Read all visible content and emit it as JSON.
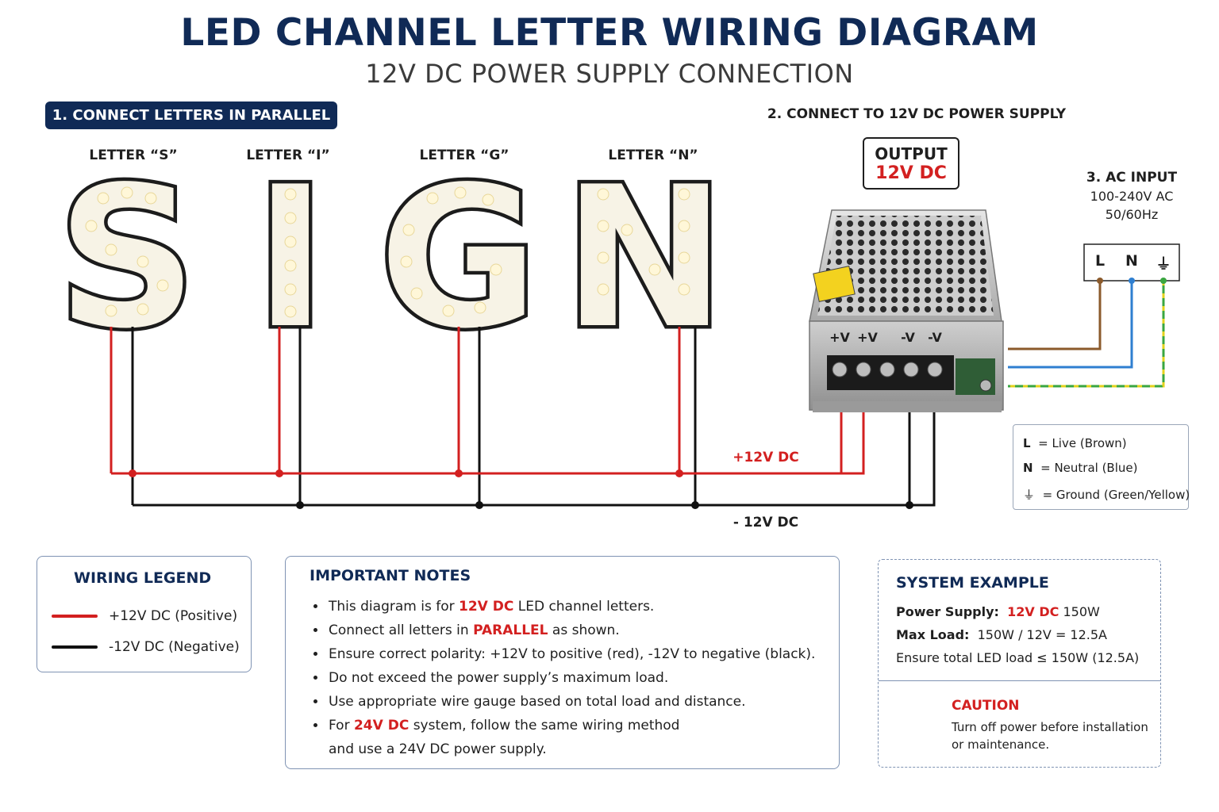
{
  "title": "LED CHANNEL LETTER WIRING DIAGRAM",
  "subtitle": "12V DC POWER SUPPLY CONNECTION",
  "steps": {
    "step1": "1. CONNECT LETTERS IN PARALLEL",
    "step2": "2. CONNECT TO 12V DC POWER SUPPLY",
    "step3": "3. AC INPUT"
  },
  "letters": [
    {
      "label": "LETTER “S”",
      "glyph": "S"
    },
    {
      "label": "LETTER “I”",
      "glyph": "I"
    },
    {
      "label": "LETTER “G”",
      "glyph": "G"
    },
    {
      "label": "LETTER “N”",
      "glyph": "N"
    }
  ],
  "output": {
    "label": "OUTPUT",
    "value": "12V DC"
  },
  "ac_input": {
    "voltage": "100-240V AC",
    "frequency": "50/60Hz",
    "terminals": [
      "L",
      "N",
      "⏚"
    ]
  },
  "power_supply": {
    "terminals": [
      "+V",
      "+V",
      "-V",
      "-V"
    ]
  },
  "bus": {
    "positive_label": "+12V DC",
    "negative_label": "- 12V DC"
  },
  "ac_legend": [
    {
      "key": "L",
      "text": "= Live (Brown)"
    },
    {
      "key": "N",
      "text": "= Neutral (Blue)"
    },
    {
      "key": "⏚",
      "text": "= Ground (Green/Yellow)"
    }
  ],
  "wiring_legend": {
    "title": "WIRING LEGEND",
    "items": [
      {
        "text": "+12V DC (Positive)",
        "color": "#d32020"
      },
      {
        "text": "-12V DC (Negative)",
        "color": "#111111"
      }
    ]
  },
  "notes": {
    "title": "IMPORTANT NOTES",
    "items": [
      {
        "pre": "This diagram is for ",
        "hl": "12V DC",
        "post": " LED channel letters."
      },
      {
        "pre": "Connect all letters in ",
        "hl": "PARALLEL",
        "post": " as shown."
      },
      {
        "pre": "Ensure correct polarity: +12V to positive (red), -12V to negative (black).",
        "hl": "",
        "post": ""
      },
      {
        "pre": "Do not exceed the power supply’s maximum load.",
        "hl": "",
        "post": ""
      },
      {
        "pre": "Use appropriate wire gauge based on total load and distance.",
        "hl": "",
        "post": ""
      },
      {
        "pre": "For ",
        "hl": "24V DC",
        "post": " system, follow the same wiring method"
      }
    ],
    "continuation": "and use a 24V DC power supply."
  },
  "system_example": {
    "title": "SYSTEM EXAMPLE",
    "power_supply_label": "Power Supply:",
    "power_supply_hl": "12V DC",
    "power_supply_value": "150W",
    "max_load_label": "Max Load:",
    "max_load_value": "150W / 12V = 12.5A",
    "ensure": "Ensure total LED load ≤ 150W (12.5A)",
    "caution_title": "CAUTION",
    "caution_text": "Turn off power before installation or maintenance."
  },
  "colors": {
    "navy": "#102a56",
    "red": "#d32020",
    "black": "#111111",
    "brown": "#8b5a2b",
    "blue": "#2f7fd0",
    "green": "#3aa640",
    "yellow": "#e3d21c",
    "caution": "#f5d000"
  }
}
